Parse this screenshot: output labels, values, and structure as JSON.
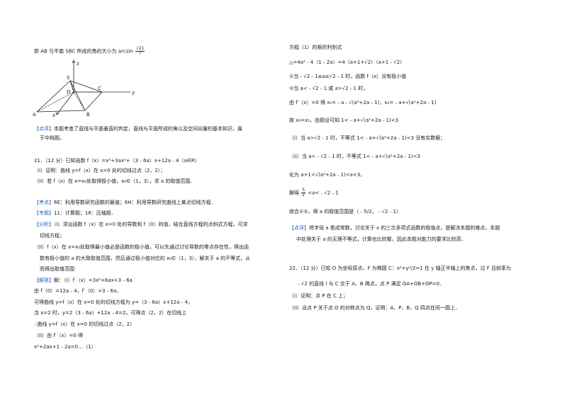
{
  "left": {
    "l1_pre": "即 AB 与平面 SBC 所成的角的大小为 arcsin",
    "l1_num": "√21",
    "l1_den": "7",
    "figure_labels": {
      "z": "z",
      "S": "S",
      "D": "D",
      "C": "C",
      "y": "y",
      "A": "A",
      "B": "B",
      "x": "x"
    },
    "comment1_tag": "【点评】",
    "comment1_text": "本题考查了直线与平面垂直的判定，直线与平面所成的角以及空间向量的基本知识，属",
    "comment1_cont": "于中档题。",
    "q21_stem": "21．（12 分）已知函数 f（x）=x³+3ax²+（3﹣6a）x+12a﹣4（a∈R）",
    "q21_p1": "（I）证明：曲线 y=f（x）在 x=0 处的切线过点（2，2）；",
    "q21_p2": "（II）若 f（x）在 x=x₀处取得极小值，x₀∈（1，3），求 a 的取值范围．",
    "kaodian_tag": "【考点】",
    "kaodian_text": "6E：利用导数研究函数的最值；6H：利用导数研究曲线上某点切线方程．",
    "zhuanti_tag": "【专题】",
    "zhuanti_text": "11：计算题；16：压轴题．",
    "fenxi_tag": "【分析】",
    "fenxi_1": "（I）求出函数 f（x）在 x=0 处的导数和 f（0）的值，结合直线方程的点斜式方程，可求",
    "fenxi_2": "切线方程；",
    "fenxi_3": "（II）f（x）在 x=x₀处取得最小值必是函数的极小值，可以先通过讨论导数的零点存在性，得出函",
    "fenxi_4": "数有极小值的 a 的大致取值范围，然后通过极小值对应的 x₀∈（1，3），解关于 a 的不等式，从",
    "fenxi_5": "而得出取值范围",
    "jieda_tag": "【解答】",
    "jieda_1": "解：（I）f′（x）=3x²+6ax+3﹣6a",
    "jieda_2": "由 f（0）=12a﹣4，f′（0）=3﹣6a，",
    "jieda_3": "可得曲线 y=f（x）在 x=0 处的切线方程为 y=（3﹣6a）x+12a﹣4，",
    "jieda_4": "当 x=2 时，y=2（3﹣6a）+12a﹣4=2，可得点（2，2）在切线上",
    "jieda_5": "∴曲线 y=f（x）在 x=0 的切线过点（2，2）",
    "jieda_6": "（II）由 f′（x）=0 得",
    "jieda_7": "x²+2ax+1﹣2a=0…（1）"
  },
  "right": {
    "r1": "方程（1）的根的判别式",
    "r2": "△=4a²﹣4（1﹣2a）=4（a+1+√2）（a+1﹣√2）",
    "r3": "①当﹣√2﹣1≤a≤√2﹣1 时，函数 f（x）没有极小值",
    "r4": "②当 a<﹣√2﹣1 或 a>√2﹣1 时，",
    "r5": "由 f′（x）=0 得 x₁=﹣a﹣√(a²+2a﹣1)，x₂=﹣a+√(a²+2a﹣1)",
    "r6": "故 x₀=x₂，由题设可知 1<﹣a+√(a²+2a﹣1)<3",
    "r7": "（i）当 a>√2﹣1 时，不等式 1<﹣a+√(a²+2a﹣1)<3 没有实数解；",
    "r8": "（ii）当 a<﹣√2﹣1 时，不等式 1<﹣a+√(a²+2a﹣1)<3",
    "r9": "化为 a+1<√(a²+2a﹣1)<a+3，",
    "r10_pre": "解得",
    "r10_num": "5",
    "r10_den": "2",
    "r10_post": "<a<﹣√2﹣1",
    "r11": "综合①②，得 a 的取值范围是（﹣5/2，﹣√2﹣1）",
    "dianping_tag": "【点评】",
    "dianping_1": "将字母 a 看成常数，讨论关于 x 的三次多项式函数的极值点，是解决本题的难点，本题",
    "dianping_2": "中处理关于 a 的无理不等式，计算也比较繁，因此本题对能力的要求比较高．",
    "q22_1": "22．（12 分）已知 O 为坐标原点，F 为椭圆 C：x²+y²/2=1 在 y 轴正半轴上的焦点，过 F 且斜率为",
    "q22_2": "﹣√2 的直线 l 与 C 交于 A、B 两点，点 P 满足 OA+OB+OP=0．",
    "q22_3": "（I）证明：点 P 在 C 上；",
    "q22_4": "（II）设点 P 关于点 O 的对称点为 Q，证明：A、P、B、Q 四点在同一圆上．"
  },
  "colors": {
    "tag_blue": "#1f5fbf",
    "text": "#1a1a1a"
  }
}
